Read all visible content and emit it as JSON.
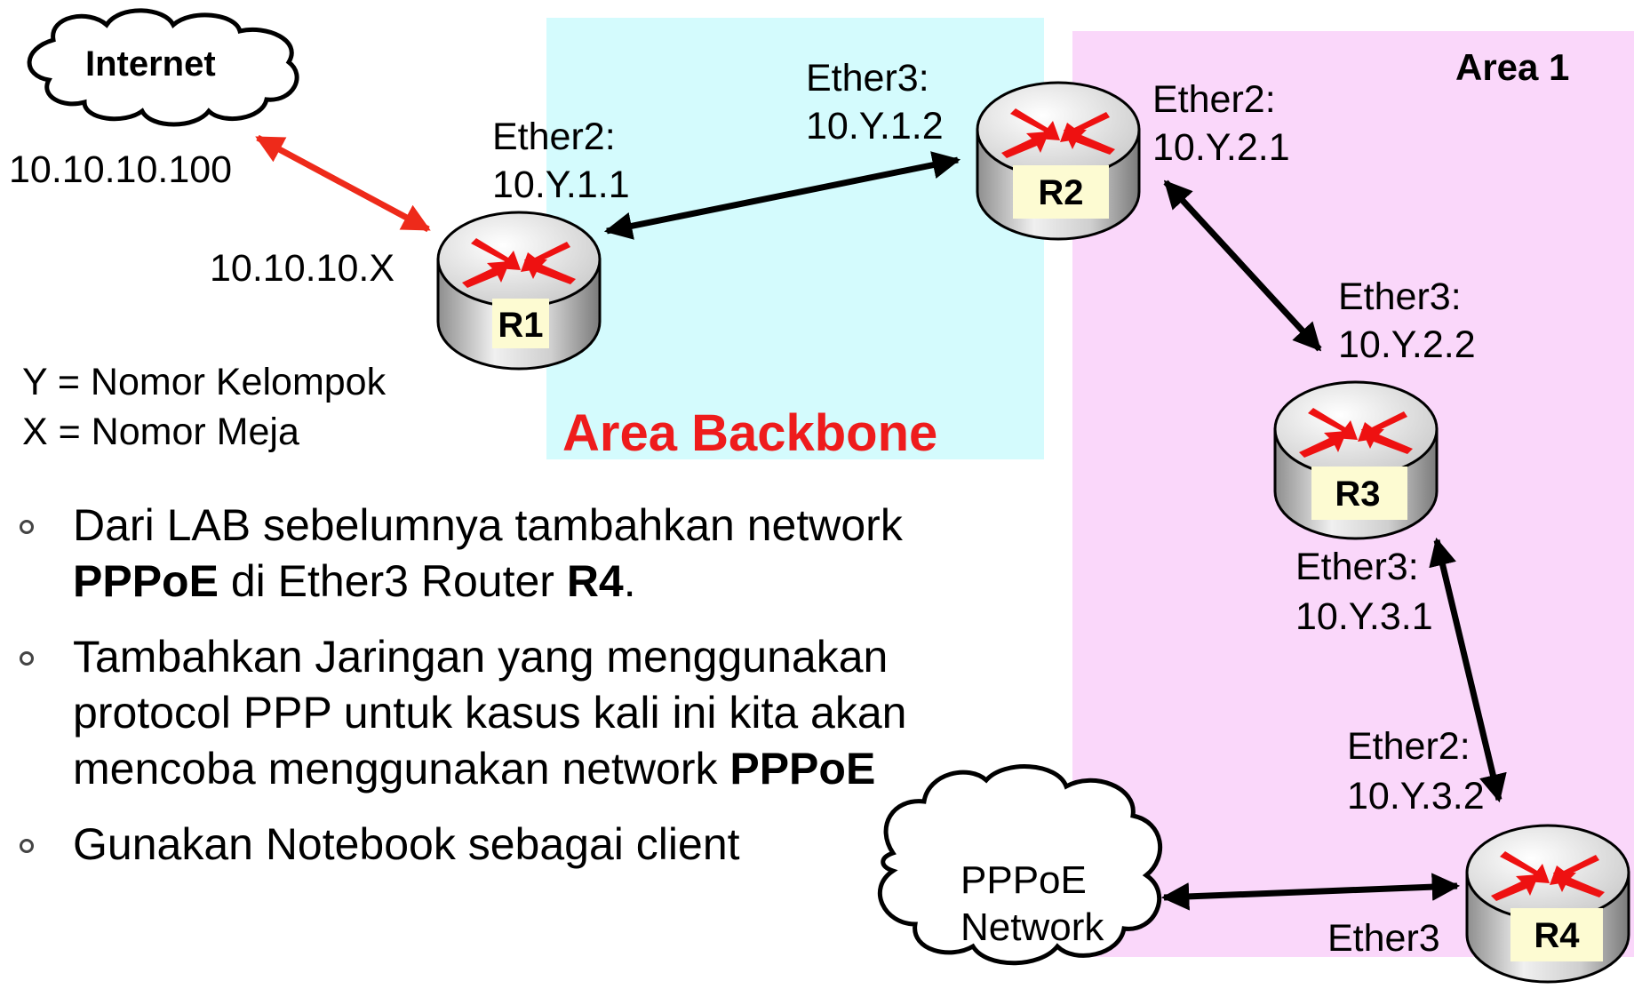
{
  "colors": {
    "backbone_area": "#d4fbfd",
    "area1": "#fad7fa",
    "backbone_text": "#ee1c1c",
    "internet_link": "#ee2a1a",
    "router_arrow": "#ee1111",
    "router_label_bg": "#fdfbd2"
  },
  "areas": {
    "backbone": "Area Backbone",
    "area1": "Area 1"
  },
  "clouds": {
    "internet": "Internet",
    "pppoe_line1": "PPPoE",
    "pppoe_line2": "Network"
  },
  "routers": [
    {
      "name": "R1"
    },
    {
      "name": "R2"
    },
    {
      "name": "R3"
    },
    {
      "name": "R4"
    }
  ],
  "labels": {
    "internet_ip": "10.10.10.100",
    "r1_wan_ip": "10.10.10.X",
    "r1_ether2_name": "Ether2:",
    "r1_ether2_ip": "10.Y.1.1",
    "r2_ether3_name": "Ether3:",
    "r2_ether3_ip": "10.Y.1.2",
    "r2_ether2_name": "Ether2:",
    "r2_ether2_ip": "10.Y.2.1",
    "r3_ether3_top_name": "Ether3:",
    "r3_ether3_top_ip": "10.Y.2.2",
    "r3_ether3_bottom_name": "Ether3:",
    "r3_ether3_bottom_ip": "10.Y.3.1",
    "r4_ether2_name": "Ether2:",
    "r4_ether2_ip": "10.Y.3.2",
    "r4_ether3": "Ether3"
  },
  "legend": {
    "y_def": "Y = Nomor Kelompok",
    "x_def": "X = Nomor Meja"
  },
  "bullets": [
    {
      "part1": "Dari LAB sebelumnya tambahkan network ",
      "bold1": "PPPoE",
      "part2": " di Ether3 Router ",
      "bold2": "R4",
      "part3": "."
    },
    {
      "part1": "Tambahkan Jaringan yang menggunakan protocol PPP untuk kasus kali ini kita akan mencoba menggunakan network ",
      "bold1": "PPPoE"
    },
    {
      "text": "Gunakan Notebook sebagai client"
    }
  ]
}
